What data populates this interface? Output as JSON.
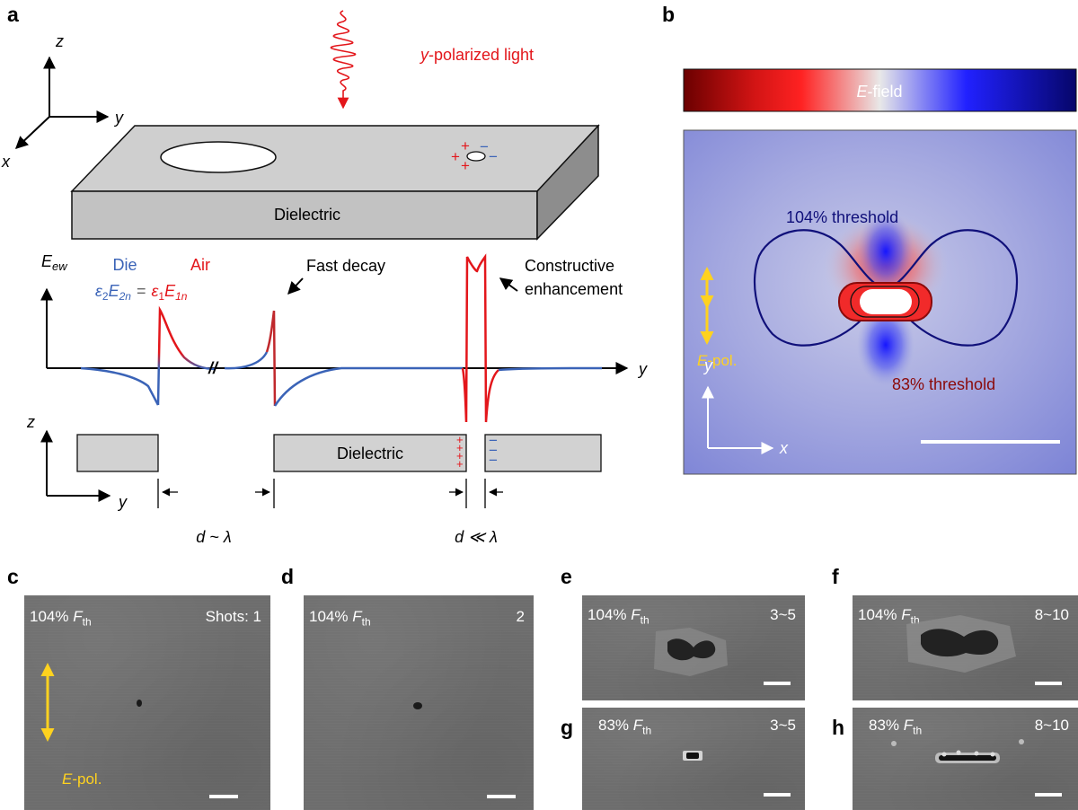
{
  "panel_labels": {
    "a": "a",
    "b": "b",
    "c": "c",
    "d": "d",
    "e": "e",
    "f": "f",
    "g": "g",
    "h": "h"
  },
  "panel_a": {
    "axes3d": {
      "z": "z",
      "y": "y",
      "x": "x"
    },
    "light_label_italic": "y",
    "light_label_rest": "-polarized light",
    "slab_label": "Dielectric",
    "slab_charges": {
      "plus": "+",
      "minus": "−"
    },
    "plot": {
      "ylabel_main": "E",
      "ylabel_sub": "ew",
      "die": "Die",
      "air": "Air",
      "eq_left_eps": "ε",
      "eq_left_eps_sub": "2",
      "eq_left_E": "E",
      "eq_left_E_sub": "2n",
      "eq_equals": "=",
      "eq_right_eps": "ε",
      "eq_right_eps_sub": "1",
      "eq_right_E": "E",
      "eq_right_E_sub": "1n",
      "fast_decay": "Fast decay",
      "constructive_1": "Constructive",
      "constructive_2": "enhancement",
      "x_axis": "y",
      "break_mark": "//"
    },
    "cross_section": {
      "z": "z",
      "y": "y",
      "dielectric": "Dielectric",
      "plus": "+",
      "minus": "−",
      "d_large": "d ~ λ",
      "d_small": "d ≪ λ"
    }
  },
  "panel_b": {
    "colorbar_label_italic": "E",
    "colorbar_label_rest": "-field",
    "contour_104": "104% threshold",
    "contour_83": "83% threshold",
    "pol_italic": "E",
    "pol_rest": "-pol.",
    "axis_y": "y",
    "axis_x": "x"
  },
  "sem_panels": [
    {
      "id": "c",
      "fluence": "104%",
      "F": "F",
      "sub": "th",
      "shots": "Shots: 1",
      "pol_italic": "E",
      "pol_rest": "-pol."
    },
    {
      "id": "d",
      "fluence": "104%",
      "F": "F",
      "sub": "th",
      "shots": "2"
    },
    {
      "id": "e",
      "fluence": "104%",
      "F": "F",
      "sub": "th",
      "shots": "3~5"
    },
    {
      "id": "f",
      "fluence": "104%",
      "F": "F",
      "sub": "th",
      "shots": "8~10"
    },
    {
      "id": "g",
      "fluence": "83%",
      "F": "F",
      "sub": "th",
      "shots": "3~5"
    },
    {
      "id": "h",
      "fluence": "83%",
      "F": "F",
      "sub": "th",
      "shots": "8~10"
    }
  ],
  "colors": {
    "red": "#e3161b",
    "blue": "#3a63b7",
    "navy": "#10107a",
    "darkred": "#8b0a0a",
    "yellow": "#ffd21f",
    "grey": "#d2d2d2",
    "field_bg": "#8f96d8"
  }
}
